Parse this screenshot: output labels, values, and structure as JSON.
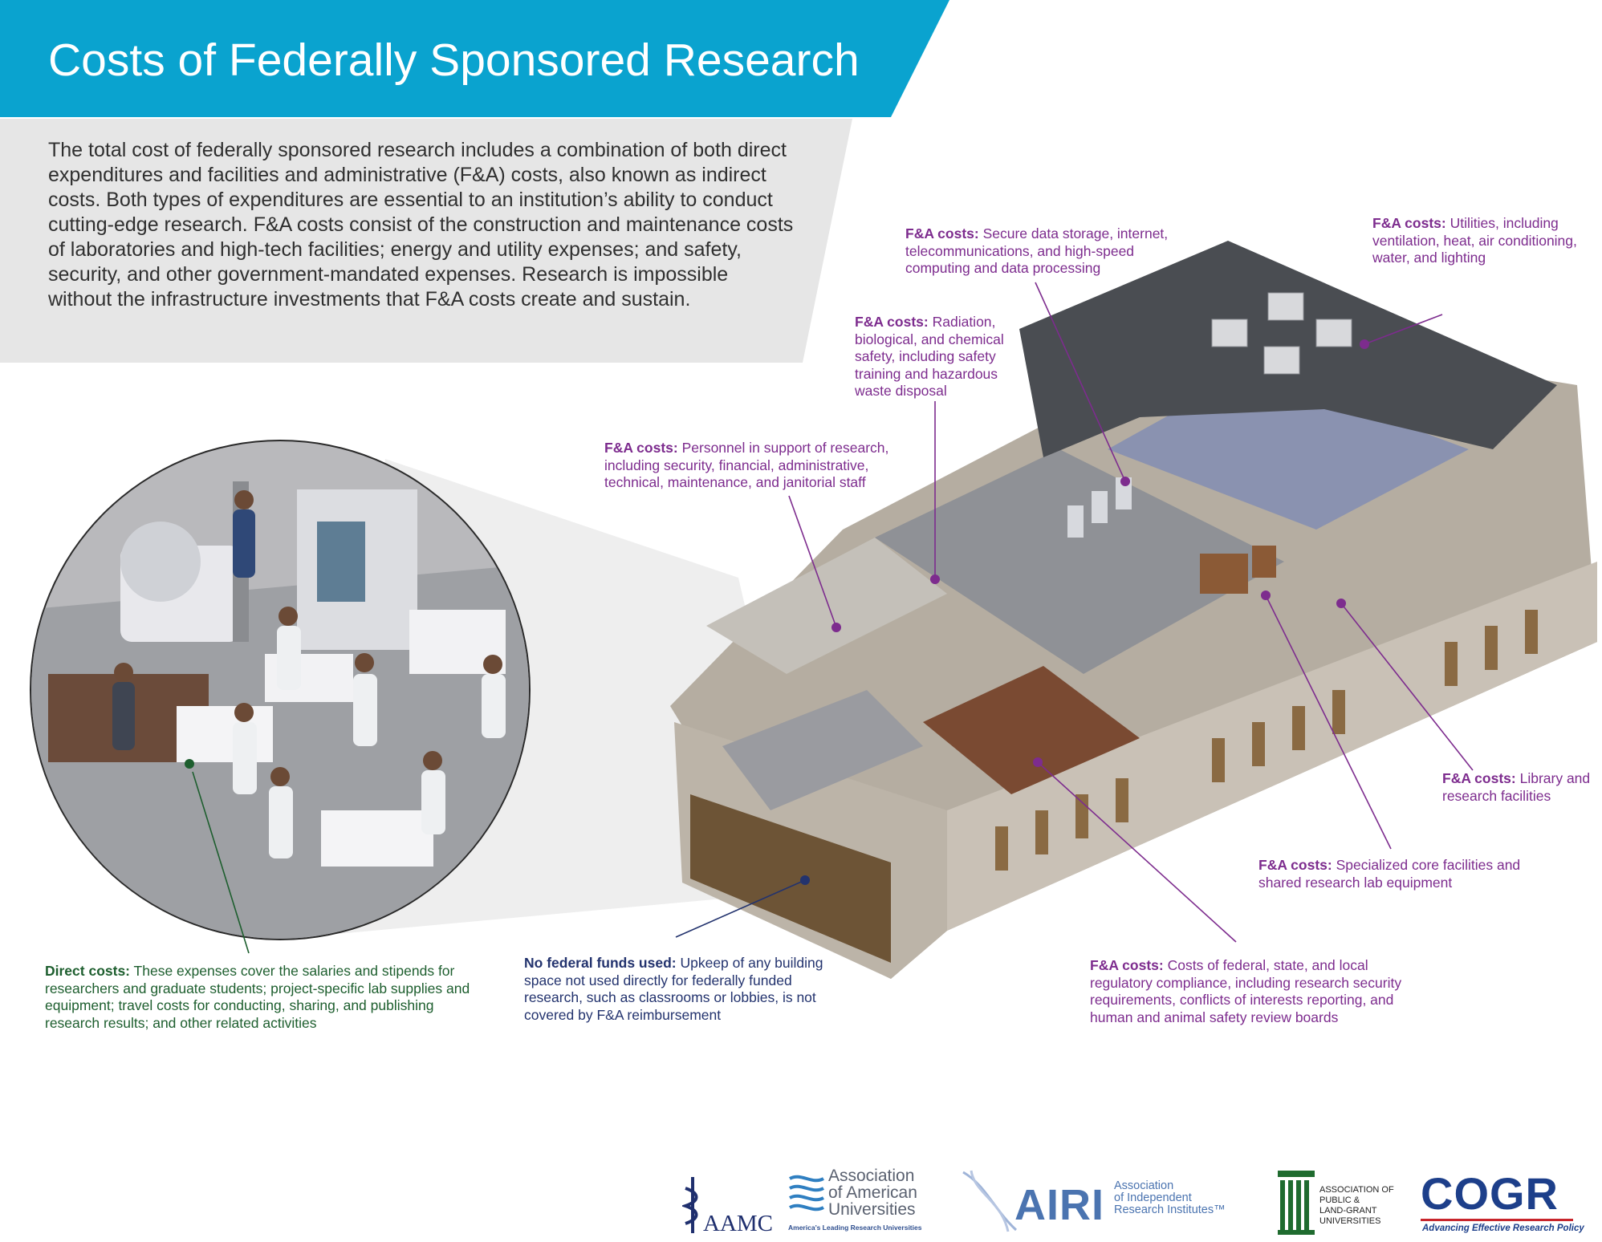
{
  "header": {
    "title": "Costs of Federally Sponsored Research"
  },
  "intro": {
    "text": "The total cost of federally sponsored research includes a combination of both direct expenditures and facilities and administrative (F&A) costs, also known as indirect costs. Both types of expenditures are essential to an institution’s ability to conduct cutting-edge research. F&A costs consist of the construction and maintenance costs of laboratories and high-tech facilities; energy and utility expenses; and safety, security, and other government-mandated expenses. Research is impossible without the infrastructure investments that F&A costs create and sustain."
  },
  "annotations": {
    "data_storage": {
      "label": "F&A costs:",
      "text": " Secure data storage, internet, telecommunications, and high-speed computing and data processing"
    },
    "utilities": {
      "label": "F&A costs:",
      "text": " Utilities, including ventilation, heat, air conditioning, water, and lighting"
    },
    "safety": {
      "label": "F&A costs:",
      "text": " Radiation, biological, and chemical safety, including safety training and hazardous waste disposal"
    },
    "personnel": {
      "label": "F&A costs:",
      "text": " Personnel in support of research, including security, financial, administrative, technical, maintenance, and janitorial staff"
    },
    "library": {
      "label": "F&A costs:",
      "text": " Library and research facilities"
    },
    "core_facilities": {
      "label": "F&A costs:",
      "text": " Specialized core facilities and shared research lab equipment"
    },
    "compliance": {
      "label": "F&A costs:",
      "text": " Costs of federal, state, and local regulatory compliance, including research security requirements, conflicts of interests reporting, and human and animal safety review boards"
    },
    "direct": {
      "label": "Direct costs:",
      "text": " These expenses cover the salaries and stipends for researchers and graduate students; project-specific lab supplies and equipment; travel costs for conducting, sharing, and publishing research results; and other related activities"
    },
    "no_federal": {
      "label": "No federal funds used:",
      "text": " Upkeep of any building space not used directly for federally funded research, such as classrooms or lobbies, is not covered by F&A reimbursement"
    }
  },
  "logos": {
    "aamc": "AAMC",
    "aau": {
      "line1": "Association",
      "line2": "of American",
      "line3": "Universities",
      "tagline": "America’s Leading Research Universities"
    },
    "airi": {
      "mark": "AIRI",
      "line1": "Association",
      "line2": "of Independent",
      "line3": "Research Institutes™"
    },
    "aplu": {
      "line1": "Association of",
      "line2": "Public &",
      "line3": "Land-grant",
      "line4": "Universities"
    },
    "cogr": {
      "mark": "COGR",
      "tagline": "Advancing Effective Research Policy"
    }
  },
  "colors": {
    "banner": "#0aa3cf",
    "intro_band": "#e6e6e6",
    "fa_purple": "#7d2c8e",
    "direct_green": "#1d5e2e",
    "nofed_navy": "#23336e",
    "roof": "#4a4d52",
    "wall": "#c9c1b6",
    "floor": "#8f9196"
  }
}
